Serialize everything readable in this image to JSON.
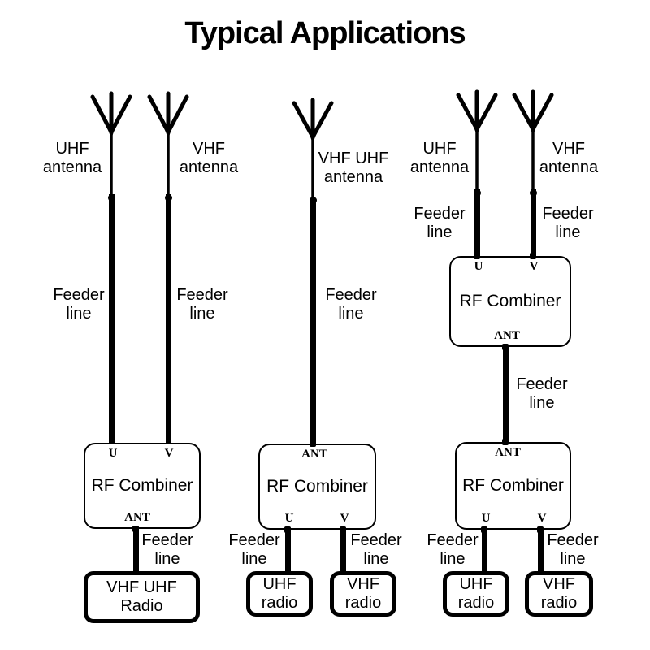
{
  "title": "Typical Applications",
  "colors": {
    "ink": "#000000",
    "background": "#ffffff"
  },
  "shared": {
    "feeder_line_label": "Feeder\nline",
    "combiner_label": "RF Combiner",
    "port_u": "U",
    "port_v": "V",
    "port_ant": "ANT"
  },
  "diagram1": {
    "uhf_antenna_label": "UHF\nantenna",
    "vhf_antenna_label": "VHF\nantenna",
    "radio_label": "VHF UHF\nRadio"
  },
  "diagram2": {
    "antenna_label": "VHF UHF\nantenna",
    "uhf_radio_label": "UHF\nradio",
    "vhf_radio_label": "VHF\nradio"
  },
  "diagram3": {
    "uhf_antenna_label": "UHF\nantenna",
    "vhf_antenna_label": "VHF\nantenna",
    "uhf_radio_label": "UHF\nradio",
    "vhf_radio_label": "VHF\nradio"
  }
}
